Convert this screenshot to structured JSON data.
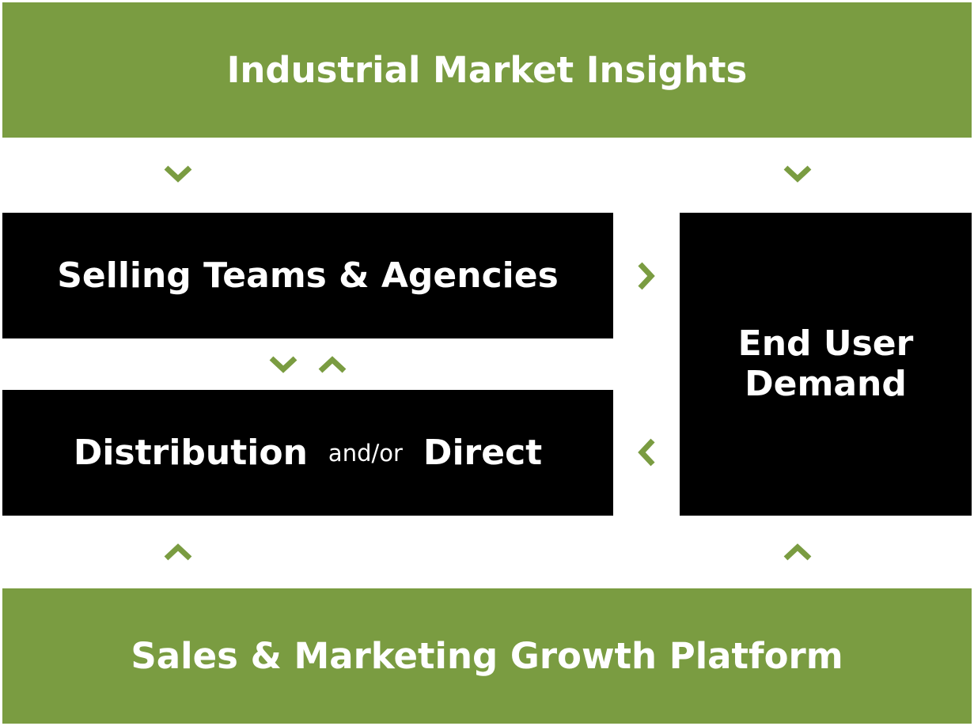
{
  "top_banner": {
    "label": "Industrial Market Insights"
  },
  "selling": {
    "label": "Selling Teams & Agencies"
  },
  "distribution": {
    "left": "Distribution",
    "connector": "and/or",
    "right": "Direct"
  },
  "end_user": {
    "line1": "End User",
    "line2": "Demand"
  },
  "bottom_banner": {
    "label": "Sales & Marketing Growth Platform"
  },
  "colors": {
    "green": "#7a9c41",
    "black": "#000000",
    "text": "#ffffff"
  },
  "icons": {
    "down": "chevron-down-icon",
    "up": "chevron-up-icon",
    "right": "chevron-right-icon",
    "left": "chevron-left-icon"
  }
}
